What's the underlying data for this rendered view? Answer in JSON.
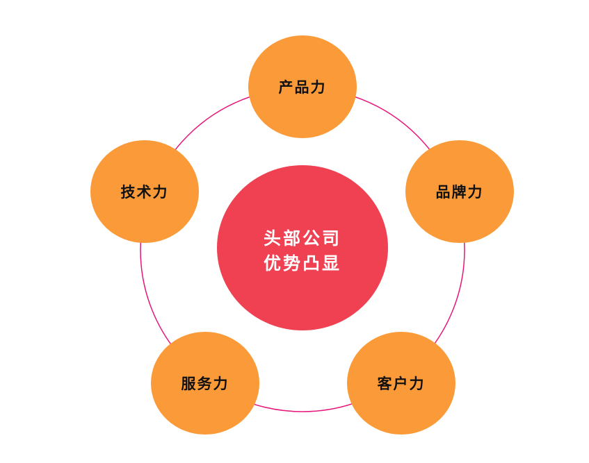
{
  "colors": {
    "ring": "#E8157A",
    "satellite": "#FA9A38",
    "center": "#EF4152"
  },
  "center": {
    "line1": "头部公司",
    "line2": "优势凸显"
  },
  "satellites": [
    {
      "label": "产品力"
    },
    {
      "label": "品牌力"
    },
    {
      "label": "客户力"
    },
    {
      "label": "服务力"
    },
    {
      "label": "技术力"
    }
  ]
}
